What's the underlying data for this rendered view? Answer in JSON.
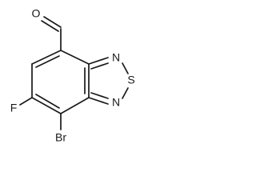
{
  "molecule": {
    "atoms": {
      "oxygen": "O",
      "nitrogen_upper": "N",
      "sulfur": "S",
      "nitrogen_lower": "N",
      "fluorine": "F",
      "bromine": "Br"
    }
  }
}
